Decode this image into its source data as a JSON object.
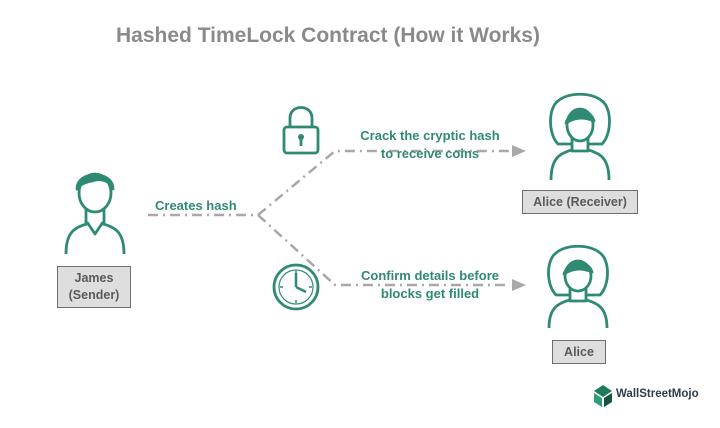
{
  "title": "Hashed TimeLock Contract (How it Works)",
  "nodes": {
    "sender": {
      "label": "James\n(Sender)"
    },
    "receiver": {
      "label": "Alice (Receiver)"
    },
    "alice": {
      "label": "Alice"
    }
  },
  "edges": {
    "creates_hash": "Creates hash",
    "crack_line1": "Crack the cryptic hash",
    "crack_line2": "to receive coins",
    "confirm_line1": "Confirm details before",
    "confirm_line2": "blocks get filled"
  },
  "icons": [
    "person-male-icon",
    "person-female-icon",
    "padlock-icon",
    "clock-icon",
    "brand-logo-icon"
  ],
  "colors": {
    "accent": "#2f8a74",
    "dash": "#a8a8a8",
    "title": "#8a8a8a",
    "box_fill": "#dedede"
  },
  "brand": "WallStreetMojo"
}
